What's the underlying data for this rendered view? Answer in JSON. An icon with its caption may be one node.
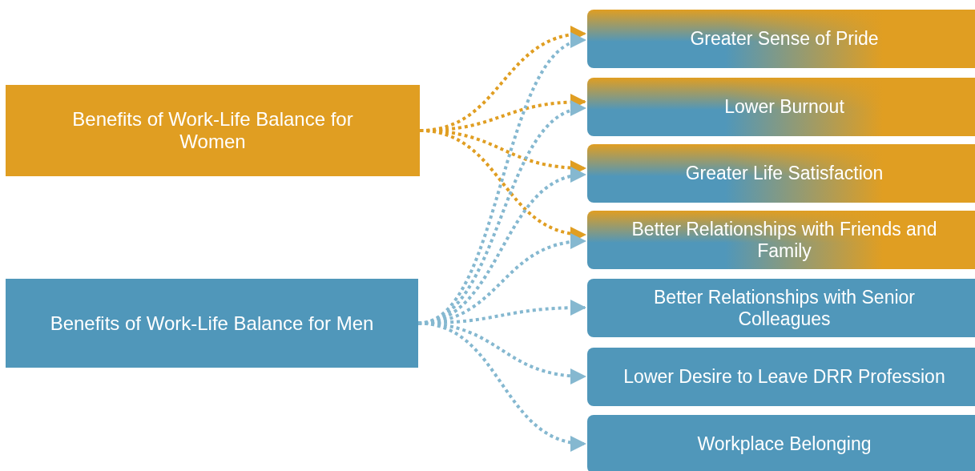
{
  "diagram": {
    "nodes": [
      {
        "text": [
          "Benefits of Work-Life Balance for Women"
        ]
      },
      {
        "text": [
          "Benefits of Work-Life Balance for Men"
        ]
      },
      {
        "text": [
          "Greater Sense of Pride"
        ]
      },
      {
        "text": [
          "Lower Burnout"
        ]
      },
      {
        "text": [
          "Greater Life Satisfaction"
        ]
      },
      {
        "text": [
          "Better Relationships with Friends and Family"
        ]
      },
      {
        "text": [
          "Better Relationships with Senior Colleagues"
        ]
      },
      {
        "text": [
          "Lower Desire to Leave DRR Profession"
        ]
      },
      {
        "text": [
          "Workplace Belonging"
        ]
      }
    ],
    "edges": [
      {
        "from": 0,
        "to": 2,
        "arrow": "to",
        "color": "#e09e22"
      },
      {
        "from": 0,
        "to": 3,
        "arrow": "to",
        "color": "#e09e22"
      },
      {
        "from": 0,
        "to": 4,
        "arrow": "to",
        "color": "#e09e22"
      },
      {
        "from": 0,
        "to": 5,
        "arrow": "to",
        "color": "#e09e22"
      },
      {
        "from": 1,
        "to": 2,
        "arrow": "to"
      },
      {
        "from": 1,
        "to": 3,
        "arrow": "to"
      },
      {
        "from": 1,
        "to": 4,
        "arrow": "to"
      },
      {
        "from": 1,
        "to": 5,
        "arrow": "to"
      },
      {
        "from": 1,
        "to": 6,
        "arrow": "to"
      },
      {
        "from": 1,
        "to": 7,
        "arrow": "to"
      },
      {
        "from": 1,
        "to": 8,
        "arrow": "to"
      }
    ]
  }
}
